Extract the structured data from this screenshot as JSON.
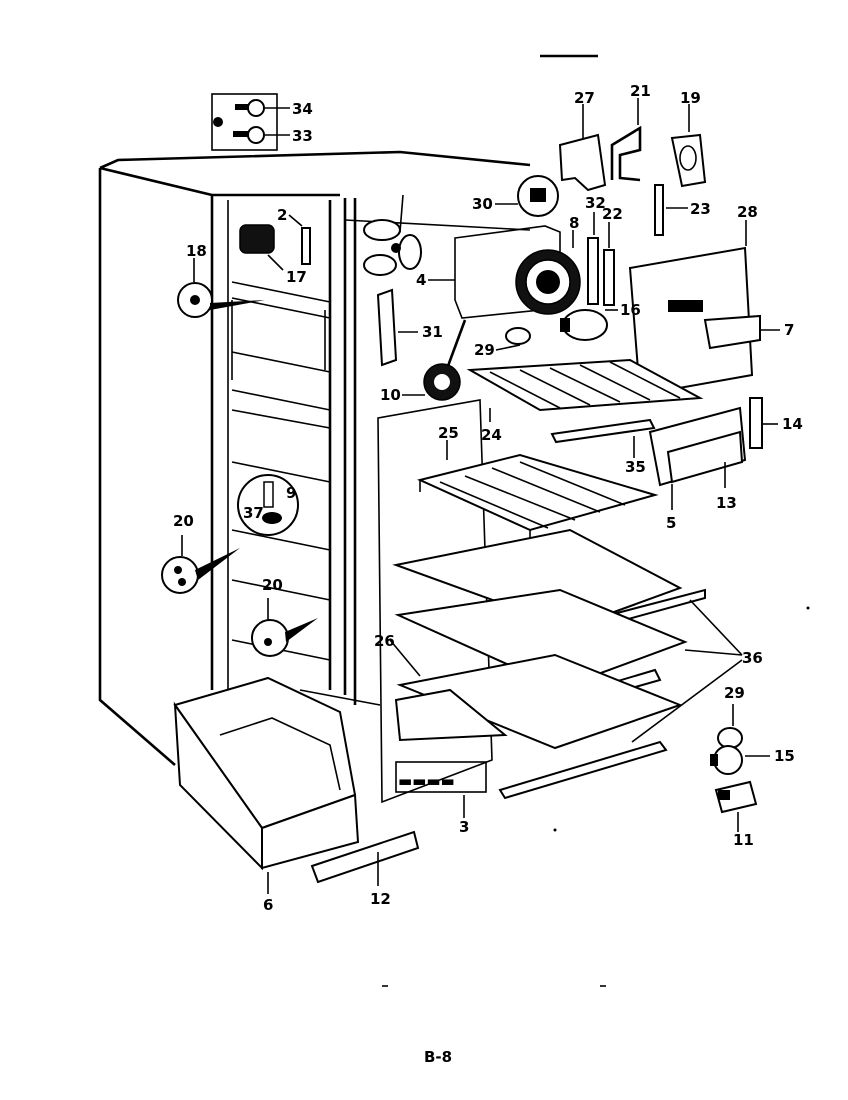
{
  "diagram": {
    "page_number": "B-8",
    "callouts": [
      "34",
      "33",
      "27",
      "21",
      "19",
      "30",
      "32",
      "22",
      "23",
      "28",
      "2",
      "18",
      "17",
      "8",
      "4",
      "16",
      "7",
      "31",
      "29",
      "10",
      "24",
      "25",
      "14",
      "35",
      "13",
      "37",
      "9",
      "5",
      "20",
      "20",
      "26",
      "36",
      "29",
      "15",
      "11",
      "3",
      "6",
      "12"
    ]
  }
}
